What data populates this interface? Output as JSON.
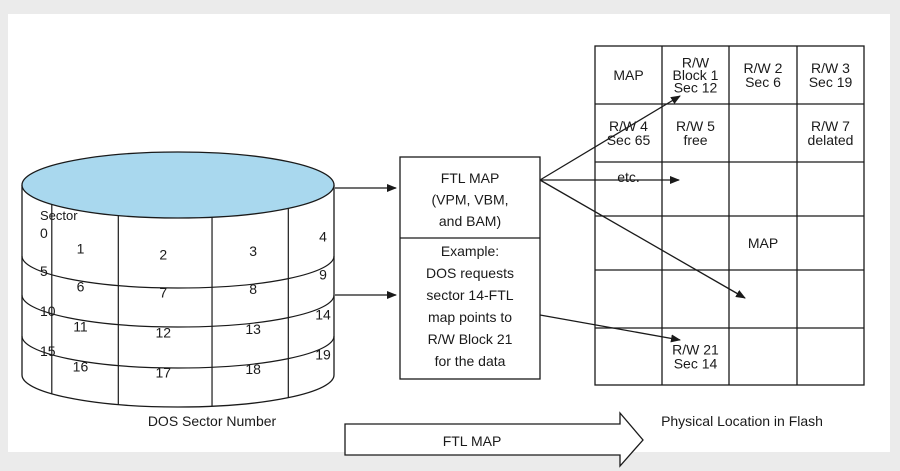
{
  "drum": {
    "corner_label": "Sector",
    "rows": [
      [
        "0",
        "1",
        "2",
        "3",
        "4"
      ],
      [
        "5",
        "6",
        "7",
        "8",
        "9"
      ],
      [
        "10",
        "11",
        "12",
        "13",
        "14"
      ],
      [
        "15",
        "16",
        "17",
        "18",
        "19"
      ]
    ],
    "caption": "DOS Sector Number",
    "top_color": "#a9d8ee"
  },
  "ftl_box": {
    "title_lines": [
      "FTL MAP",
      "(VPM, VBM,",
      "and BAM)"
    ],
    "example_lines": [
      "Example:",
      "DOS requests",
      "sector 14-FTL",
      "map points to",
      "R/W Block 21",
      "for the data"
    ]
  },
  "flash": {
    "caption": "Physical Location in Flash",
    "cells": [
      {
        "row": 0,
        "col": 0,
        "lines": [
          "MAP"
        ]
      },
      {
        "row": 0,
        "col": 1,
        "lines": [
          "R/W",
          "Block 1",
          "Sec 12"
        ]
      },
      {
        "row": 0,
        "col": 2,
        "lines": [
          "R/W 2",
          "Sec 6"
        ]
      },
      {
        "row": 0,
        "col": 3,
        "lines": [
          "R/W 3",
          "Sec 19"
        ]
      },
      {
        "row": 1,
        "col": 0,
        "lines": [
          "R/W 4",
          "Sec 65"
        ]
      },
      {
        "row": 1,
        "col": 1,
        "lines": [
          "R/W 5",
          "free"
        ]
      },
      {
        "row": 1,
        "col": 3,
        "lines": [
          "R/W 7",
          "delated"
        ]
      },
      {
        "row": 2,
        "col": 0,
        "lines": [
          "etc."
        ]
      },
      {
        "row": 3,
        "col": 2,
        "lines": [
          "MAP"
        ]
      },
      {
        "row": 5,
        "col": 1,
        "lines": [
          "R/W 21",
          "Sec 14"
        ]
      }
    ]
  },
  "bottom_arrow": {
    "label": "FTL MAP"
  }
}
